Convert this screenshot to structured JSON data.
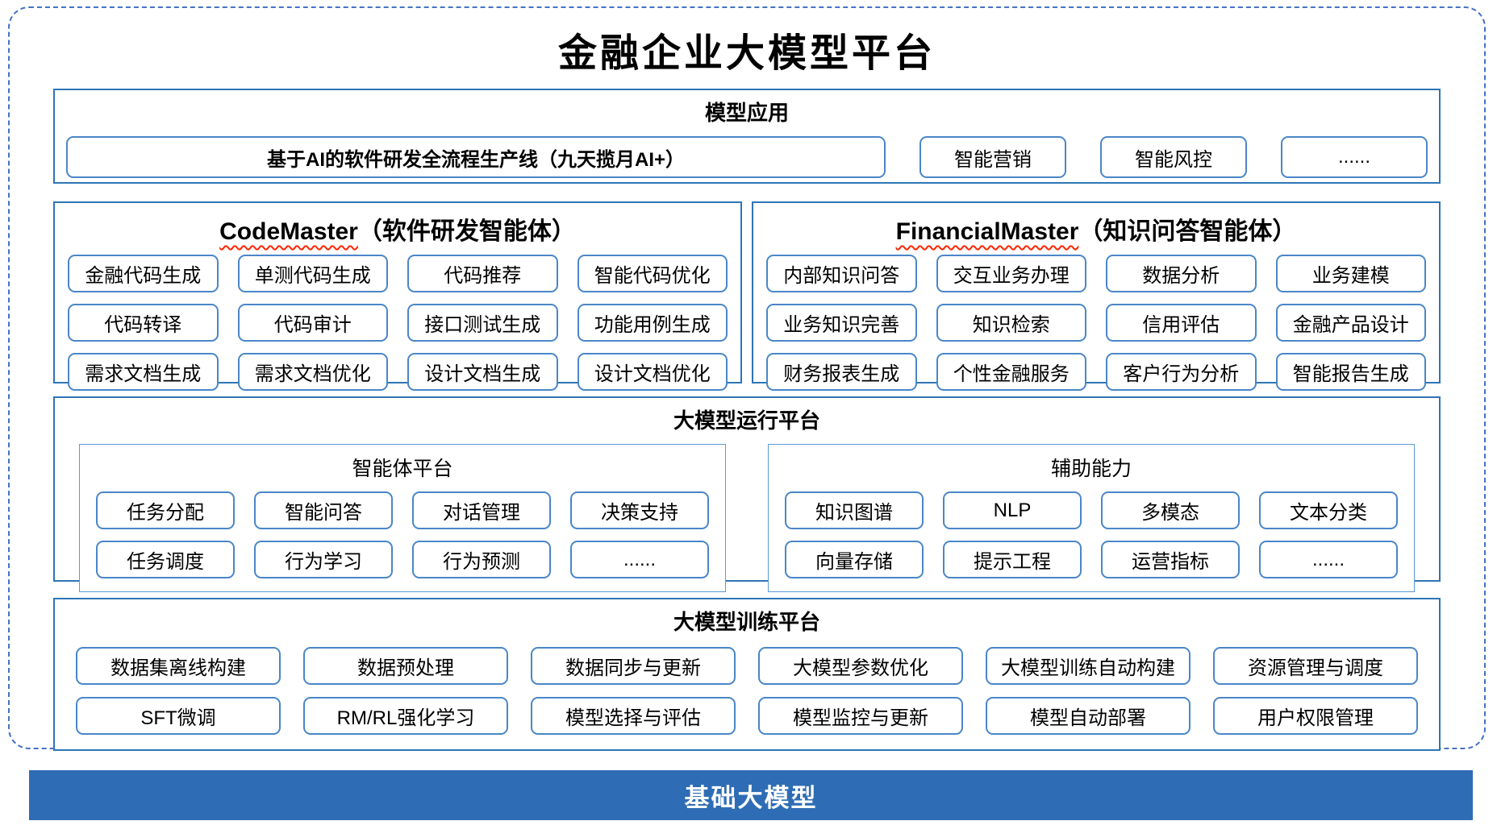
{
  "title": "金融企业大模型平台",
  "model_application": {
    "header": "模型应用",
    "main_item": "基于AI的软件研发全流程生产线（九天揽月AI+）",
    "items": [
      "智能营销",
      "智能风控",
      "......"
    ]
  },
  "code_master": {
    "title_en": "CodeMaster",
    "title_zh": "（软件研发智能体）",
    "items": [
      "金融代码生成",
      "单测代码生成",
      "代码推荐",
      "智能代码优化",
      "代码转译",
      "代码审计",
      "接口测试生成",
      "功能用例生成",
      "需求文档生成",
      "需求文档优化",
      "设计文档生成",
      "设计文档优化"
    ]
  },
  "financial_master": {
    "title_en": "FinancialMaster",
    "title_zh": "（知识问答智能体）",
    "items": [
      "内部知识问答",
      "交互业务办理",
      "数据分析",
      "业务建模",
      "业务知识完善",
      "知识检索",
      "信用评估",
      "金融产品设计",
      "财务报表生成",
      "个性金融服务",
      "客户行为分析",
      "智能报告生成"
    ]
  },
  "runtime_platform": {
    "header": "大模型运行平台",
    "agent_platform": {
      "title": "智能体平台",
      "items": [
        "任务分配",
        "智能问答",
        "对话管理",
        "决策支持",
        "任务调度",
        "行为学习",
        "行为预测",
        "......"
      ]
    },
    "auxiliary": {
      "title": "辅助能力",
      "items": [
        "知识图谱",
        "NLP",
        "多模态",
        "文本分类",
        "向量存储",
        "提示工程",
        "运营指标",
        "......"
      ]
    }
  },
  "training_platform": {
    "header": "大模型训练平台",
    "items": [
      "数据集离线构建",
      "数据预处理",
      "数据同步与更新",
      "大模型参数优化",
      "大模型训练自动构建",
      "资源管理与调度",
      "SFT微调",
      "RM/RL强化学习",
      "模型选择与评估",
      "模型监控与更新",
      "模型自动部署",
      "用户权限管理"
    ]
  },
  "foundation": {
    "title": "基础大模型"
  },
  "colors": {
    "dashed_border": "#4472c4",
    "section_border": "#2e75b6",
    "item_border": "#4a86c8",
    "foundation_bar": "#2e6db5",
    "squiggle": "#ff2500"
  }
}
